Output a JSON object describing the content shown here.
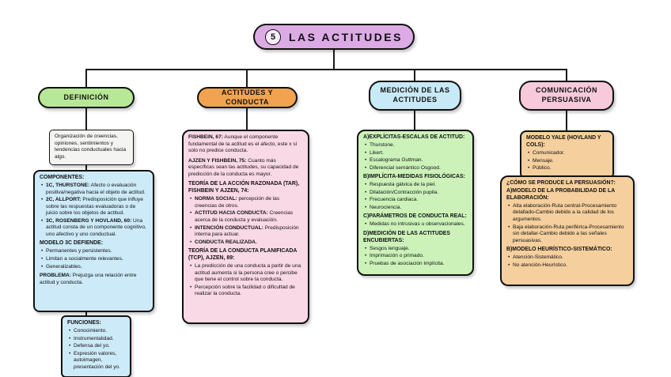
{
  "colors": {
    "title_pill": "#dcabe6",
    "number_circle": "#f6eef9",
    "pill_definicion": "#b7e897",
    "pill_actitudes": "#f1a34f",
    "pill_medicion": "#c8e9f6",
    "pill_comunicacion": "#f7c9da",
    "box_intro": "#f4f4f2",
    "box_blue": "#cdeaf8",
    "box_pink": "#f9d9e6",
    "box_green": "#ccf2ba",
    "box_orange": "#f5cf9d",
    "line": "#1a1a1a"
  },
  "title": {
    "number": "5",
    "text": "LAS ACTITUDES"
  },
  "definicion": {
    "pill": "DEFINICIÓN",
    "intro": "Organización de creencias, opiniones, sentimientos y tendencias conductuales hacia algo.",
    "componentes": {
      "title": "COMPONENTES:",
      "items": [
        {
          "b": "1C, THURSTONE:",
          "t": " Afecto o evaluación positiva/negativa hacia el objeto de actitud."
        },
        {
          "b": "2C, ALLPORT:",
          "t": " Predisposición que influye sobre las respuestas evaluadoras o de juicio sobre los objetos de actitud."
        },
        {
          "b": "3C, ROSENBERG Y HOVLAND, 60:",
          "t": " Una actitud consta de un componente cognitivo, uno afectivo y uno conductual."
        }
      ],
      "modelo_title": "MODELO 3C DEFIENDE:",
      "modelo_items": [
        "Permanentes y persistentes.",
        "Limitan a socialmente relevantes.",
        "Generalizables."
      ],
      "problema_b": "PROBLEMA:",
      "problema_t": " Prejuzga una relación entre actitud y conducta."
    },
    "funciones": {
      "title": "FUNCIONES:",
      "items": [
        "Conocimiento.",
        "Instrumentalidad.",
        "Defensa del yo.",
        "Expresión valores, autoimagen, presentación del yo."
      ]
    }
  },
  "actitudes_conducta": {
    "pill": "ACTITUDES Y CONDUCTA",
    "p1_b": "FISHBEIN, 67:",
    "p1_t": " Aunque el componente fundamental de la actitud es el afecto, este x sí solo no predice conducta.",
    "p2_b": "AJZEN Y FISHBEIN, 75:",
    "p2_t": " Cuanto más específicas sean las actitudes, su capacidad de predicción de la conducta es mayor.",
    "tar_title": "TEORÍA DE LA ACCIÓN RAZONADA (TAR), FISHBEIN Y AJZEN, 74:",
    "tar_items": [
      {
        "b": "NORMA SOCIAL:",
        "t": " percepción de las creencias de otros."
      },
      {
        "b": "ACTITUD HACIA CONDUCTA:",
        "t": " Creencias acerca de la conducta y evaluación."
      },
      {
        "b": "INTENCIÓN CONDUCTUAL:",
        "t": " Predisposición interna para actuar."
      },
      {
        "b": "CONDUCTA REALIZADA.",
        "t": ""
      }
    ],
    "tcp_title": "TEORÍA DE LA CONDUCTA PLANIFICADA (TCP), AJZEN, 89:",
    "tcp_items": [
      "La predicción de una conducta a partir de una actitud aumenta si la persona cree o percibe que tiene el control sobre la conducta.",
      "Percepción sobre la facilidad o dificultad de realizar la conducta."
    ]
  },
  "medicion": {
    "pill": "MEDICIÓN DE LAS ACTITUDES",
    "a_title": "A)EXPLÍCITAS-ESCALAS DE ACTITUD:",
    "a_items": [
      "Thurstone.",
      "Likert.",
      "Escalograma Guttman.",
      "Diferencial semántico Osgood."
    ],
    "b_title": "B)IMPLÍCITA-MEDIDAS FISIOLÓGICAS:",
    "b_items": [
      "Respuesta gálvica de la piel.",
      "Dilatación/Contracción pupila.",
      "Frecuencia cardiaca.",
      "Neurociencia."
    ],
    "c_title": "C)PARÁMETROS DE CONDUCTA REAL:",
    "c_items": [
      "Medidas no intrusivas u observacionales."
    ],
    "d_title": "D)MEDICIÓN DE LAS ACTITUDES ENCUBIERTAS:",
    "d_items": [
      "Sesgos lenguaje.",
      "Imprimación o primado.",
      "Pruebas de asociación implícita."
    ]
  },
  "comunicacion": {
    "pill": "COMUNICACIÓN PERSUASIVA",
    "yale_title": "MODELO YALE (HOVLAND Y COLS):",
    "yale_items": [
      "Comunicador.",
      "Mensaje.",
      "Público."
    ],
    "persuasion_title": "¿CÓMO SE PRODUCE LA PERSUASIÓN?:",
    "a_title": "A)MODELO DE LA PROBABILIDAD DE LA ELABORACIÓN:",
    "a_items": [
      "Alta elaboración-Ruta central-Procesamiento detallado-Cambio debido a la calidad de los argumentos.",
      "Baja elaboración-Ruta periférica-Procesamiento sin detallar-Cambio debido a las señales persuasivas."
    ],
    "b_title": "B)MODELO HEURÍSTICO-SISTEMÁTICO:",
    "b_items": [
      "Atención-Sistemático.",
      "No atención-Heurístico."
    ]
  }
}
